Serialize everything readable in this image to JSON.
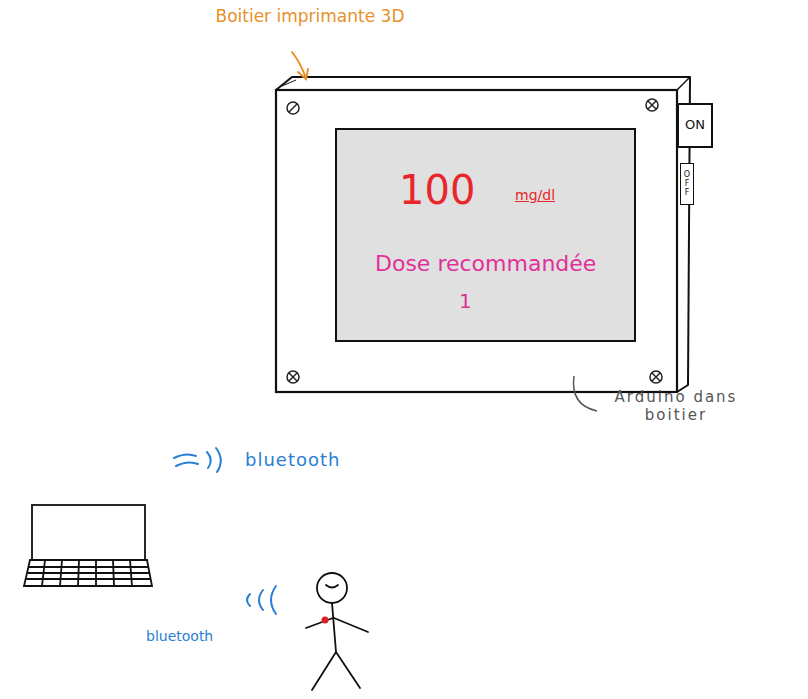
{
  "diagram": {
    "nodes": [
      {
        "text": [
          "100",
          "mg/dl",
          "Dose recommandée",
          "1"
        ]
      },
      {
        "text": [
          "ON"
        ]
      },
      {
        "text": [
          "OFF"
        ]
      }
    ],
    "labels": [
      "Boitier imprimante 3D",
      "Arduino dans boitier",
      "bluetooth",
      "bluetooth"
    ]
  }
}
